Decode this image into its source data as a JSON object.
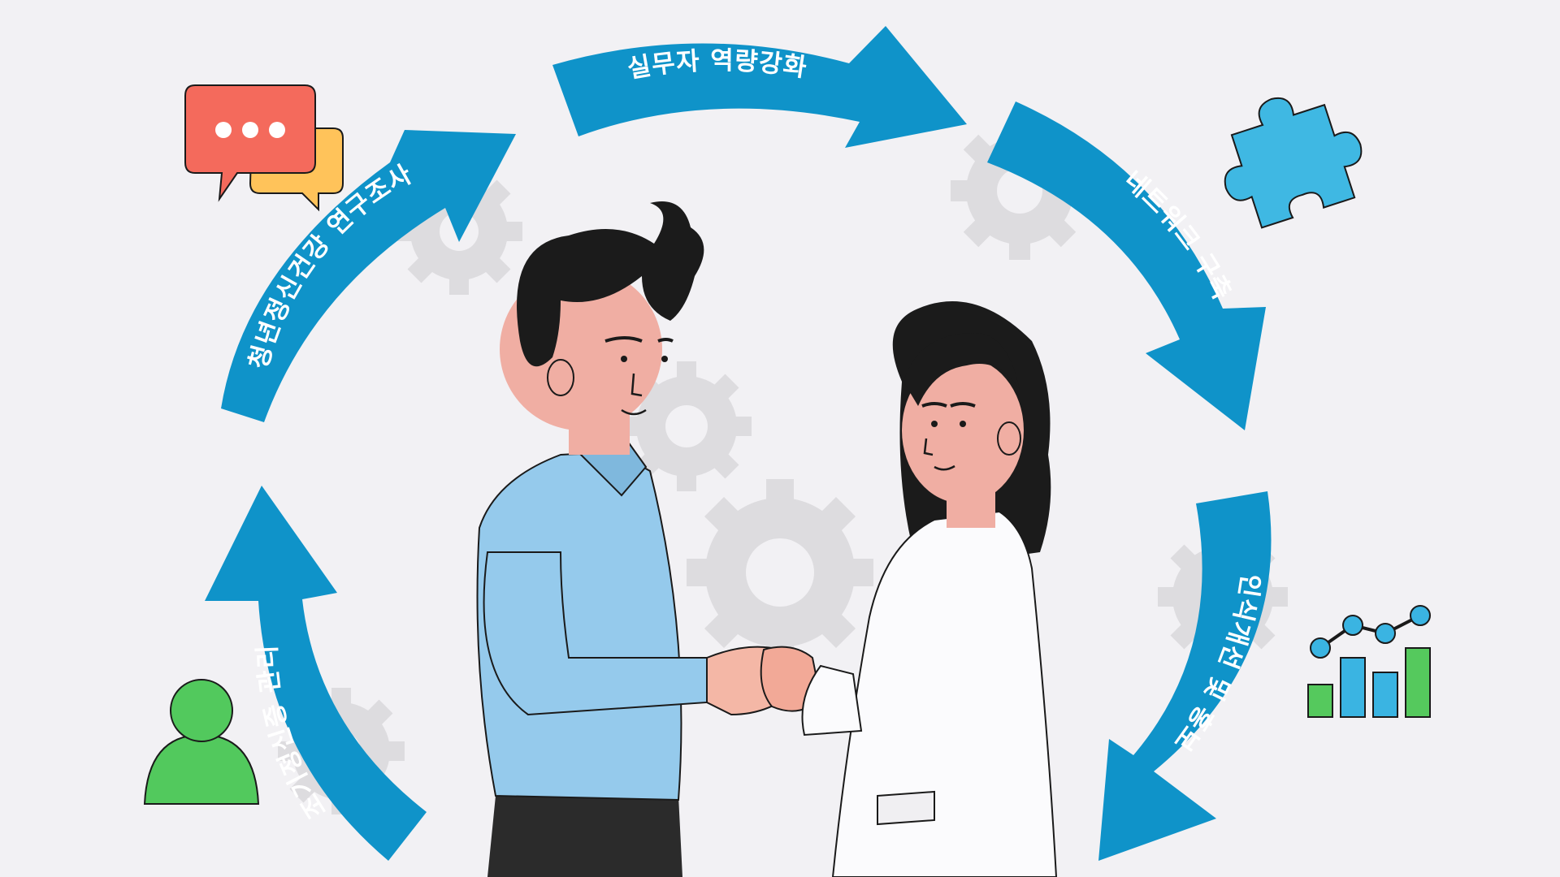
{
  "cycle_steps": [
    {
      "label": "청년정신건강 연구조사"
    },
    {
      "label": "실무자 역량강화"
    },
    {
      "label": "네트워크 구축"
    },
    {
      "label": "인식개선 및 홍보"
    },
    {
      "label": "조기정신증 관리"
    }
  ],
  "icons": {
    "chat": "speech-bubbles-icon",
    "puzzle": "puzzle-piece-icon",
    "chart": "growth-chart-icon",
    "user": "user-icon"
  },
  "colors": {
    "background": "#f2f1f4",
    "arrow": "#0f93c9",
    "gear": "#dddcdf",
    "chat_red": "#f46a5c",
    "chat_yellow": "#ffc35a",
    "puzzle": "#3fb8e3",
    "chart_green": "#55c95d",
    "chart_blue": "#3ab4e2",
    "user_green": "#52c95d",
    "man_shirt": "#95caec",
    "woman_coat": "#fbfbfd",
    "skin": "#f0aea3",
    "hair": "#1b1b1b"
  }
}
